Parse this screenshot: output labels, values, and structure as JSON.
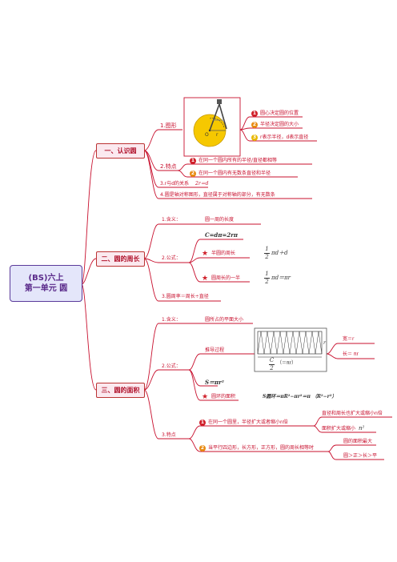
{
  "root": {
    "line1": "(BS)六上",
    "line2": "第一单元 圆"
  },
  "branches": {
    "b1": {
      "title": "一、认识圆",
      "tuxing": {
        "label": "1.图形",
        "figure": {
          "center": "O",
          "radius": "r"
        },
        "notes": [
          {
            "num": "1",
            "text": "圆心决定圆的位置"
          },
          {
            "num": "2",
            "text": "半径决定圆的大小"
          },
          {
            "num": "3",
            "text": "r表示半径，d表示直径"
          }
        ]
      },
      "tedian": {
        "label": "2.特点",
        "notes": [
          {
            "num": "1",
            "text": "在同一个圆内所有的半径/直径都相等"
          },
          {
            "num": "2",
            "text": "在同一个圆内有无数条直径和半径"
          }
        ]
      },
      "relation": {
        "label": "3.r与d的关系",
        "formula": "2r＝d"
      },
      "symmetry": "4.圆是轴对称图形，直径属于对称轴的部分，有无数条"
    },
    "b2": {
      "title": "二、圆的周长",
      "meaning": {
        "label": "1.含义：",
        "text": "圆一周的长度"
      },
      "formula": {
        "label": "2.公式：",
        "main": "C=dπ=2rπ",
        "half": {
          "text": "半圆的周长",
          "num": "1",
          "den": "2",
          "tail": "πd＋d"
        },
        "halfc": {
          "text": "圆周长的一半",
          "num": "1",
          "den": "2",
          "tail": "πd＝πr"
        }
      },
      "pi": "3.圆周率＝周长÷直径"
    },
    "b3": {
      "title": "三、圆的面积",
      "meaning": {
        "label": "1.含义：",
        "text": "圆所占的平面大小"
      },
      "formula": {
        "label": "2.公式：",
        "derive": {
          "label": "推导过程",
          "strip_r": "r",
          "frac_num": "C",
          "frac_den": "2",
          "frac_tail": "（＝πr）",
          "width": "宽＝r",
          "length": "长＝ πr"
        },
        "area": "S＝πr²",
        "ring": {
          "label": "圆环的面积",
          "formula": "S圆环＝πR²−πr²＝π （R²−r²）"
        }
      },
      "features": {
        "label": "3.特点",
        "f1": {
          "num": "1",
          "text": "在同一个圆里，半径扩大或者缩小n倍",
          "r1": "直径和周长也扩大或缩小n倍",
          "r2": "面积扩大或缩小",
          "r2tail": "n²"
        },
        "f2": {
          "num": "2",
          "text": "当平行四边形，长方形，正方形，圆的周长相等时",
          "r1": "圆的面积最大",
          "r2": "圆＞正＞长＞平"
        }
      }
    }
  },
  "colors": {
    "link": "#c8102e",
    "root_border": "#5a3a9a",
    "root_fill": "#e4e6fa",
    "node_fill": "#fbe9ef",
    "circle_fill": "#f6c800"
  }
}
